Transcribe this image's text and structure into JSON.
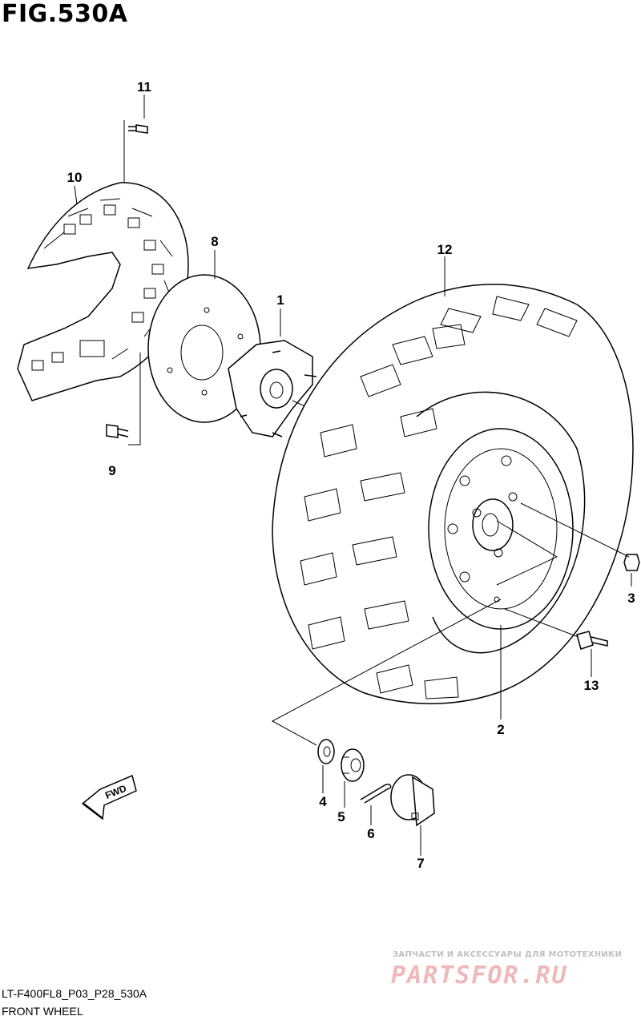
{
  "figure": {
    "title": "FIG.530A",
    "code": "LT-F400FL8_P03_P28_530A",
    "caption": "FRONT WHEEL"
  },
  "direction_badge": "FWD",
  "callouts": [
    "1",
    "2",
    "3",
    "4",
    "5",
    "6",
    "7",
    "8",
    "9",
    "10",
    "11",
    "12",
    "13"
  ],
  "watermark": {
    "tagline": "ЗАПЧАСТИ И АКСЕССУАРЫ ДЛЯ МОТОТЕХНИКИ",
    "logo": "PARTSFOR.RU"
  }
}
